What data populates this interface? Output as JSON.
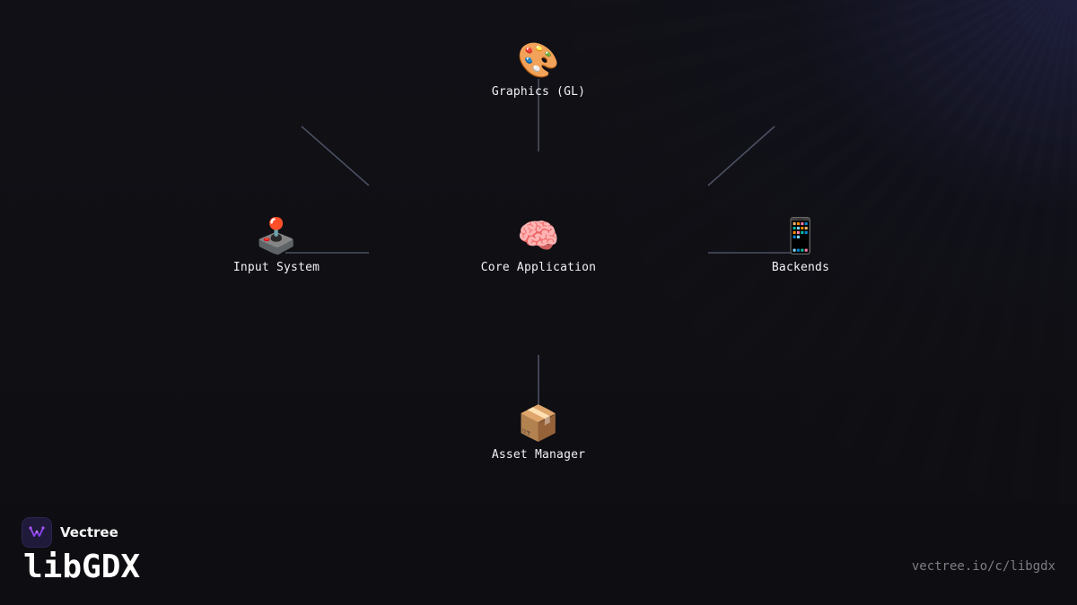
{
  "diagram": {
    "nodes": [
      {
        "id": "graphics",
        "icon": "artist-palette-icon",
        "glyph": "🎨",
        "label": "Graphics (GL)"
      },
      {
        "id": "core",
        "icon": "brain-icon",
        "glyph": "🧠",
        "label": "Core Application"
      },
      {
        "id": "input",
        "icon": "joystick-icon",
        "glyph": "🕹️",
        "label": "Input System"
      },
      {
        "id": "backends",
        "icon": "mobile-phone-icon",
        "glyph": "📱",
        "label": "Backends"
      },
      {
        "id": "assets",
        "icon": "package-icon",
        "glyph": "📦",
        "label": "Asset Manager"
      }
    ],
    "edges": [
      {
        "from": "core",
        "to": "graphics"
      },
      {
        "from": "core",
        "to": "input"
      },
      {
        "from": "core",
        "to": "backends"
      },
      {
        "from": "core",
        "to": "assets"
      }
    ],
    "line_color": "#4a5060"
  },
  "footer": {
    "brand_name": "Vectree",
    "title": "libGDX",
    "url": "vectree.io/c/libgdx",
    "logo_color": "#8b5cf6"
  }
}
